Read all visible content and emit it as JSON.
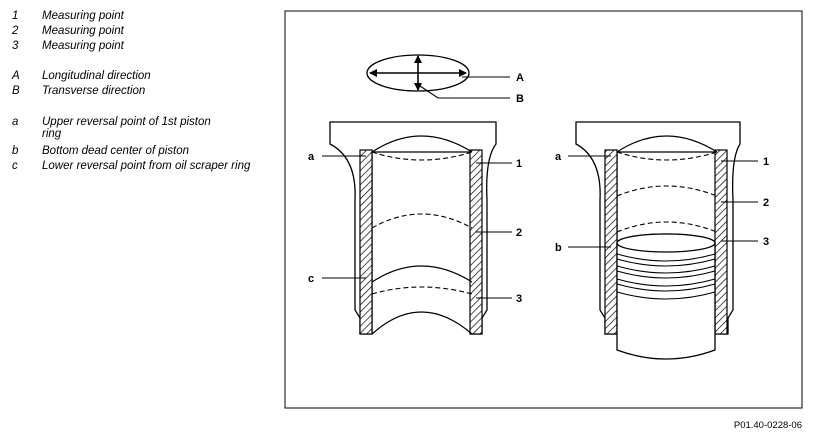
{
  "legend": [
    {
      "key": "1",
      "text": "Measuring point"
    },
    {
      "key": "2",
      "text": "Measuring point"
    },
    {
      "key": "3",
      "text": "Measuring point"
    },
    {
      "key": "A",
      "text": "Longitudinal direction"
    },
    {
      "key": "B",
      "text": "Transverse direction"
    },
    {
      "key": "a",
      "text": "Upper reversal point of 1st piston ring"
    },
    {
      "key": "b",
      "text": "Bottom dead center of piston"
    },
    {
      "key": "c",
      "text": "Lower reversal point from oil scraper ring"
    }
  ],
  "callouts": {
    "A": "A",
    "B": "B",
    "left": {
      "a": "a",
      "c": "c",
      "n1": "1",
      "n2": "2",
      "n3": "3"
    },
    "right": {
      "a": "a",
      "b": "b",
      "n1": "1",
      "n2": "2",
      "n3": "3"
    }
  },
  "figure_code": "P01.40-0228-06"
}
